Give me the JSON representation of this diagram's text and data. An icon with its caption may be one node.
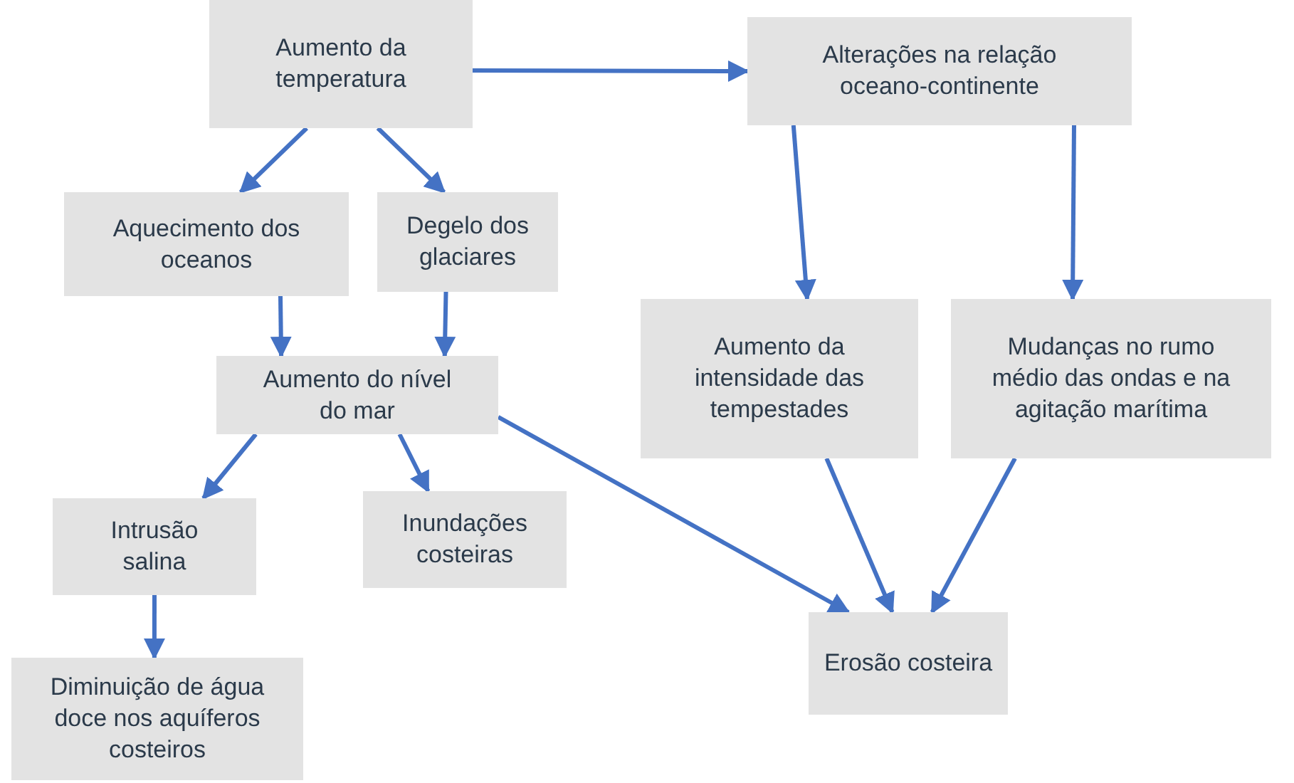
{
  "diagram": {
    "nodes": [
      {
        "text": [
          "Aumento da temperatura"
        ]
      },
      {
        "text": [
          "Alterações na relação oceano-continente"
        ]
      },
      {
        "text": [
          "Aquecimento dos oceanos"
        ]
      },
      {
        "text": [
          "Degelo dos glaciares"
        ]
      },
      {
        "text": [
          "Aumento do nível do mar"
        ]
      },
      {
        "text": [
          "Aumento da intensidade das tempestades"
        ]
      },
      {
        "text": [
          "Mudanças no rumo médio das ondas e na agitação marítima"
        ]
      },
      {
        "text": [
          "Intrusão salina"
        ]
      },
      {
        "text": [
          "Inundações costeiras"
        ]
      },
      {
        "text": [
          "Erosão costeira"
        ]
      },
      {
        "text": [
          "Diminuição de água doce nos aquíferos costeiros"
        ]
      }
    ],
    "edges": [
      {
        "from": 0,
        "to": 1,
        "arrow": "to"
      },
      {
        "from": 0,
        "to": 2,
        "arrow": "to"
      },
      {
        "from": 0,
        "to": 3,
        "arrow": "to"
      },
      {
        "from": 1,
        "to": 5,
        "arrow": "to"
      },
      {
        "from": 1,
        "to": 6,
        "arrow": "to"
      },
      {
        "from": 2,
        "to": 4,
        "arrow": "to"
      },
      {
        "from": 3,
        "to": 4,
        "arrow": "to"
      },
      {
        "from": 4,
        "to": 7,
        "arrow": "to"
      },
      {
        "from": 4,
        "to": 8,
        "arrow": "to"
      },
      {
        "from": 4,
        "to": 9,
        "arrow": "to"
      },
      {
        "from": 5,
        "to": 9,
        "arrow": "to"
      },
      {
        "from": 6,
        "to": 9,
        "arrow": "to"
      },
      {
        "from": 7,
        "to": 10,
        "arrow": "to"
      }
    ]
  }
}
